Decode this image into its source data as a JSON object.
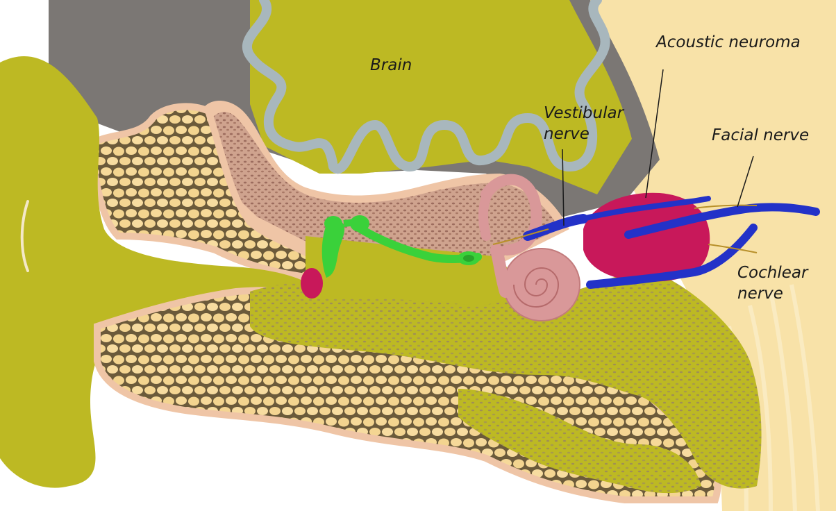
{
  "labels": {
    "brain": "Brain",
    "vestibular_nerve": [
      "Vestibular",
      "nerve"
    ],
    "acoustic_neuroma": "Acoustic neuroma",
    "facial_nerve": "Facial nerve",
    "cochlear_nerve": [
      "Cochlear",
      "nerve"
    ]
  },
  "colors": {
    "skin": "#bdb923",
    "brain_bg": "#7b7774",
    "brain_gyri": "#a8b7bd",
    "bone_cells": "#f6d999",
    "bone_outline": "#efc5a6",
    "petrous": "#c99a86",
    "ossicles": "#3ad13a",
    "cochlea": "#d99899",
    "tumor": "#c8185a",
    "nerve": "#2332c8",
    "tissue_right": "#f8e2a8"
  }
}
